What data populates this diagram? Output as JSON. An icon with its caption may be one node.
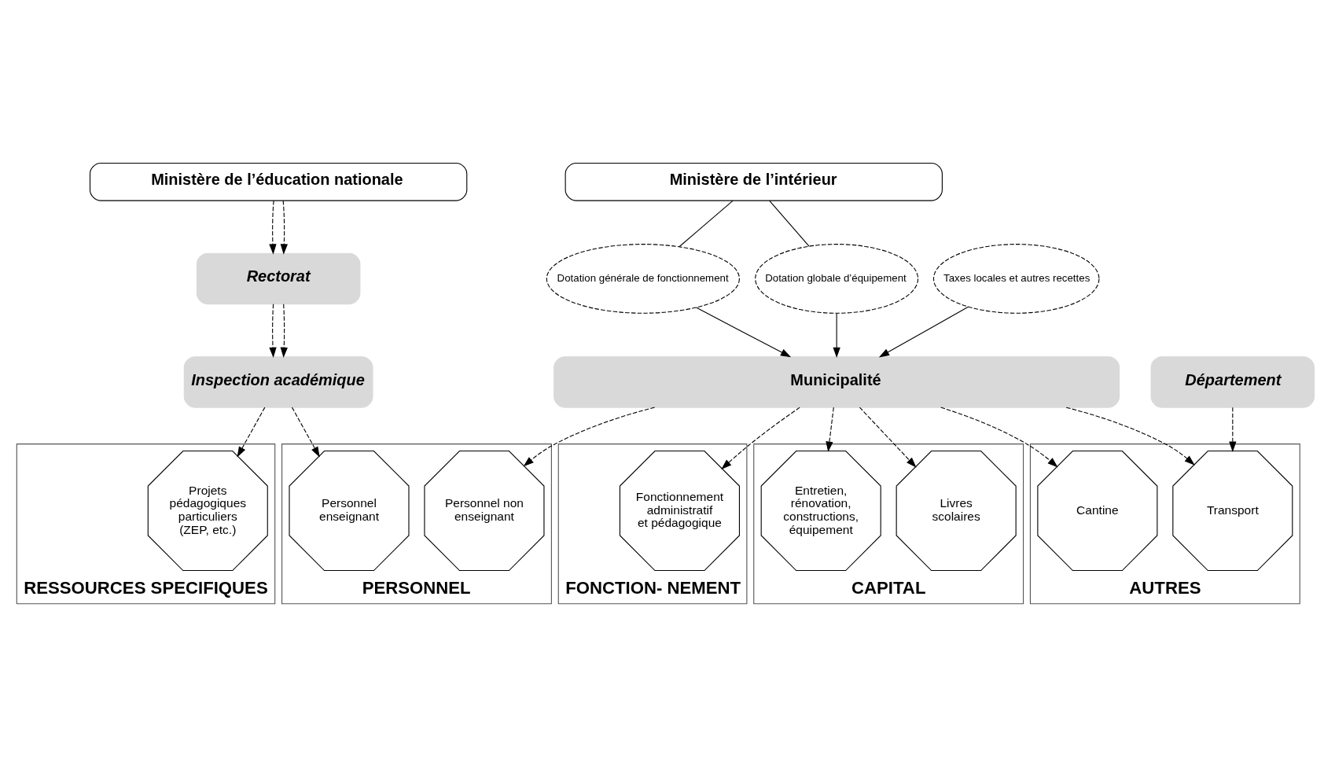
{
  "diagram": {
    "nodes": [
      {
        "text": [
          "Ministère de l’éducation nationale"
        ]
      },
      {
        "text": [
          "Ministère de l’intérieur"
        ]
      },
      {
        "text": [
          "Rectorat"
        ]
      },
      {
        "text": [
          "Inspection académique"
        ]
      },
      {
        "text": [
          "Dotation générale de fonctionnement"
        ]
      },
      {
        "text": [
          "Dotation globale d’équipement"
        ]
      },
      {
        "text": [
          "Département"
        ]
      },
      {
        "text": [
          "Taxes locales et autres recettes"
        ]
      },
      {
        "text": [
          "Municipalité"
        ]
      },
      {
        "text": [
          "RESSOURCES SPECIFIQUES"
        ]
      },
      {
        "text": [
          "Projets pédagogiques particuliers (ZEP, etc.)"
        ],
        "in": 9
      },
      {
        "text": [
          "PERSONNEL"
        ]
      },
      {
        "text": [
          "Personnel enseignant"
        ],
        "in": 11
      },
      {
        "text": [
          "Personnel non enseignant"
        ],
        "in": 11
      },
      {
        "text": [
          "FONCTION- NEMENT"
        ]
      },
      {
        "text": [
          "Fonctionnement administratif et pédagogique"
        ],
        "in": 14
      },
      {
        "text": [
          "CAPITAL"
        ]
      },
      {
        "text": [
          "Livres scolaires"
        ],
        "in": 16
      },
      {
        "text": [
          "Entretien, rénovation, constructions, équipement"
        ],
        "in": 16
      },
      {
        "text": [
          "AUTRES"
        ]
      },
      {
        "text": [
          "Cantine"
        ],
        "in": 19
      },
      {
        "text": [
          "Transport"
        ],
        "in": 19
      }
    ],
    "edges": [
      {
        "from": 0,
        "to": 2,
        "arrow": "to",
        "style": "dashed"
      },
      {
        "from": 0,
        "to": 2,
        "arrow": "to",
        "style": "dashed"
      },
      {
        "from": 2,
        "to": 3,
        "arrow": "to",
        "style": "dashed"
      },
      {
        "from": 2,
        "to": 3,
        "arrow": "to",
        "style": "dashed"
      },
      {
        "from": 3,
        "to": 10,
        "arrow": "to",
        "style": "dashed"
      },
      {
        "from": 3,
        "to": 12,
        "arrow": "to",
        "style": "dashed"
      },
      {
        "from": 1,
        "to": 4,
        "arrow": "none"
      },
      {
        "from": 1,
        "to": 5,
        "arrow": "none"
      },
      {
        "from": 7,
        "to": 8,
        "arrow": "to"
      },
      {
        "from": 4,
        "to": 8,
        "arrow": "to"
      },
      {
        "from": 5,
        "to": 8,
        "arrow": "to"
      },
      {
        "from": 8,
        "to": 13,
        "arrow": "to",
        "style": "dashed"
      },
      {
        "from": 8,
        "to": 15,
        "arrow": "to",
        "style": "dashed"
      },
      {
        "from": 8,
        "to": 17,
        "arrow": "to",
        "style": "dashed"
      },
      {
        "from": 8,
        "to": 18,
        "arrow": "to",
        "style": "dashed"
      },
      {
        "from": 8,
        "to": 20,
        "arrow": "to",
        "style": "dashed"
      },
      {
        "from": 8,
        "to": 21,
        "arrow": "to",
        "style": "dashed"
      },
      {
        "from": 6,
        "to": 21,
        "arrow": "to",
        "style": "dashed"
      }
    ]
  }
}
